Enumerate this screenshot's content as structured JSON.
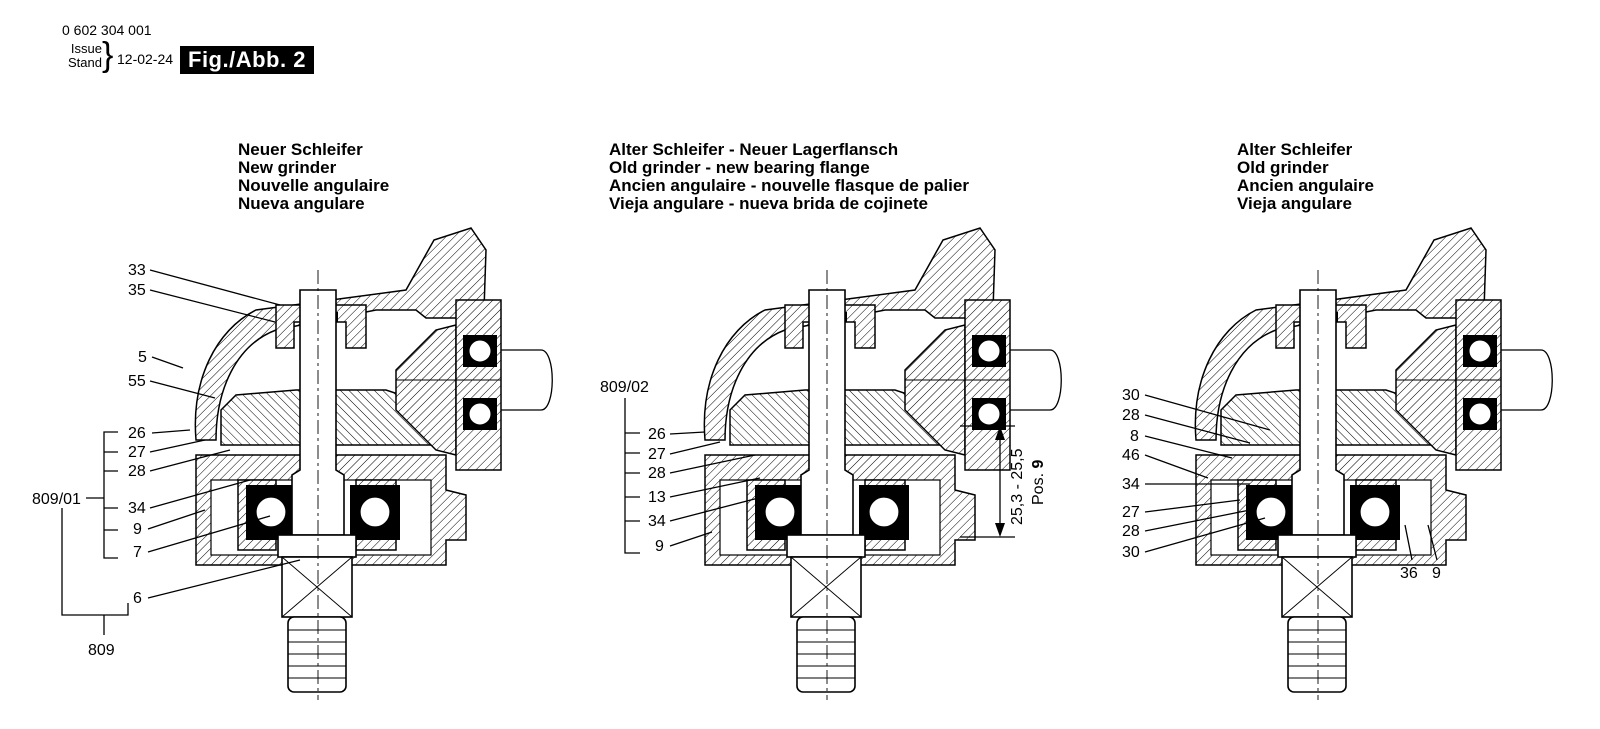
{
  "header": {
    "part_number": "0 602 304 001",
    "issue_label": "Issue",
    "stand_label": "Stand",
    "date": "12-02-24",
    "figure": "Fig./Abb. 2"
  },
  "panels": [
    {
      "title_lines": [
        "Neuer Schleifer",
        "New grinder",
        "Nouvelle angulaire",
        "Nueva angulare"
      ],
      "labels": [
        "33",
        "35",
        "5",
        "55",
        "26",
        "27",
        "28",
        "809/01",
        "34",
        "9",
        "7",
        "6",
        "809"
      ]
    },
    {
      "title_lines": [
        "Alter Schleifer - Neuer Lagerflansch",
        "Old grinder - new bearing flange",
        "Ancien angulaire - nouvelle flasque de palier",
        "Vieja angulare - nueva brida de cojinete"
      ],
      "labels": [
        "809/02",
        "26",
        "27",
        "28",
        "13",
        "34",
        "9"
      ],
      "dimension": "25,3 - 25,5",
      "dimension_note_prefix": "Pos.",
      "dimension_note_pos": "9"
    },
    {
      "title_lines": [
        "Alter Schleifer",
        "Old grinder",
        "Ancien angulaire",
        "Vieja angulare"
      ],
      "labels": [
        "30",
        "28",
        "8",
        "46",
        "34",
        "27",
        "28",
        "30",
        "36",
        "9"
      ]
    }
  ],
  "colors": {
    "ink": "#000000",
    "paper": "#ffffff"
  }
}
